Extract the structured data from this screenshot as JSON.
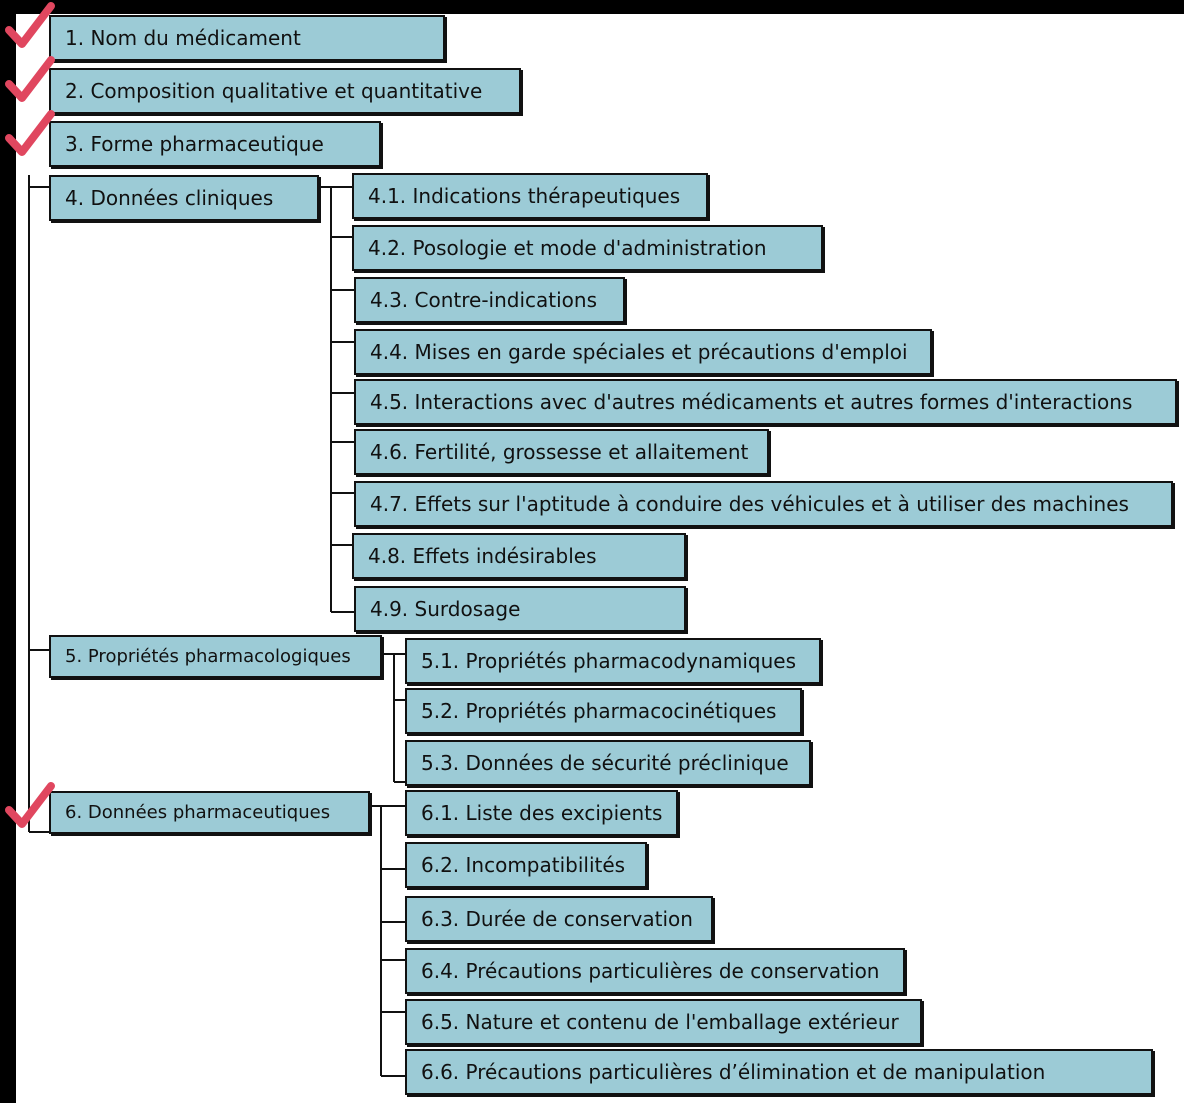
{
  "nodes": [
    {
      "id": "n1",
      "label": "1. Nom du médicament",
      "checked": true
    },
    {
      "id": "n2",
      "label": "2. Composition qualitative et quantitative",
      "checked": true
    },
    {
      "id": "n3",
      "label": "3. Forme pharmaceutique",
      "checked": true
    },
    {
      "id": "n4",
      "label": "4. Données cliniques",
      "checked": false
    },
    {
      "id": "n41",
      "label": "4.1. Indications thérapeutiques"
    },
    {
      "id": "n42",
      "label": "4.2. Posologie et mode d'administration"
    },
    {
      "id": "n43",
      "label": "4.3. Contre-indications"
    },
    {
      "id": "n44",
      "label": "4.4. Mises en garde spéciales et précautions d'emploi"
    },
    {
      "id": "n45",
      "label": "4.5. Interactions avec d'autres médicaments et autres formes d'interactions"
    },
    {
      "id": "n46",
      "label": "4.6. Fertilité, grossesse et allaitement"
    },
    {
      "id": "n47",
      "label": "4.7. Effets sur l'aptitude à conduire des véhicules et à utiliser des machines"
    },
    {
      "id": "n48",
      "label": "4.8. Effets indésirables"
    },
    {
      "id": "n49",
      "label": "4.9. Surdosage"
    },
    {
      "id": "n5",
      "label": "5. Propriétés pharmacologiques",
      "checked": false
    },
    {
      "id": "n51",
      "label": "5.1. Propriétés pharmacodynamiques"
    },
    {
      "id": "n52",
      "label": "5.2. Propriétés pharmacocinétiques"
    },
    {
      "id": "n53",
      "label": "5.3. Données de sécurité préclinique"
    },
    {
      "id": "n6",
      "label": "6. Données pharmaceutiques",
      "checked": true
    },
    {
      "id": "n61",
      "label": "6.1. Liste des excipients"
    },
    {
      "id": "n62",
      "label": "6.2. Incompatibilités"
    },
    {
      "id": "n63",
      "label": "6.3. Durée de conservation"
    },
    {
      "id": "n64",
      "label": "6.4. Précautions particulières de conservation"
    },
    {
      "id": "n65",
      "label": "6.5. Nature et contenu de l'emballage extérieur"
    },
    {
      "id": "n66",
      "label": "6.6. Précautions particulières d’élimination et de manipulation"
    }
  ],
  "colors": {
    "box_fill": "#9ccbd6",
    "box_border": "#111111",
    "connector": "#111111",
    "checkmark": "#e0475f",
    "frame": "#000000"
  }
}
